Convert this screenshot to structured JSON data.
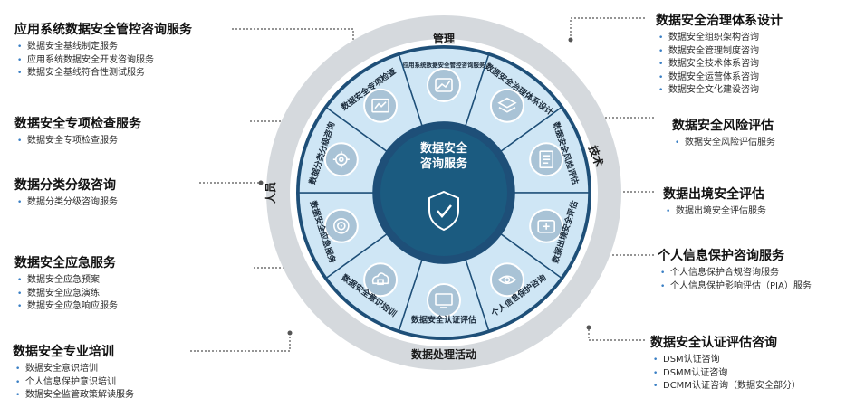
{
  "center": {
    "line1": "数据安全",
    "line2": "咨询服务"
  },
  "axes": {
    "top": "管理",
    "right": "技术",
    "left": "人员",
    "bottom": "数据处理活动"
  },
  "segments": [
    {
      "label": "应用系统数据安全管控咨询服务",
      "icon": "chart-trend-icon"
    },
    {
      "label": "数据安全治理体系设计",
      "icon": "layers-icon"
    },
    {
      "label": "数据安全风险评估",
      "icon": "document-scan-icon"
    },
    {
      "label": "数据出境安全评估",
      "icon": "medical-box-icon"
    },
    {
      "label": "个人信息保护咨询",
      "icon": "eye-scan-icon"
    },
    {
      "label": "数据安全认证评估",
      "icon": "monitor-icon"
    },
    {
      "label": "数据安全意识培训",
      "icon": "cloud-lock-icon"
    },
    {
      "label": "数据安全应急服务",
      "icon": "target-icon"
    },
    {
      "label": "数据分类分级咨询",
      "icon": "gear-icon"
    },
    {
      "label": "数据安全专项检查",
      "icon": "screen-icon"
    }
  ],
  "left_blocks": [
    {
      "title": "应用系统数据安全管控咨询服务",
      "items": [
        "数据安全基线制定服务",
        "应用系统数据安全开发咨询服务",
        "数据安全基线符合性测试服务"
      ]
    },
    {
      "title": "数据安全专项检查服务",
      "items": [
        "数据安全专项检查服务"
      ]
    },
    {
      "title": "数据分类分级咨询",
      "items": [
        "数据分类分级咨询服务"
      ]
    },
    {
      "title": "数据安全应急服务",
      "items": [
        "数据安全应急预案",
        "数据安全应急演练",
        "数据安全应急响应服务"
      ]
    },
    {
      "title": "数据安全专业培训",
      "items": [
        "数据安全意识培训",
        "个人信息保护意识培训",
        "数据安全监管政策解读服务"
      ]
    }
  ],
  "right_blocks": [
    {
      "title": "数据安全治理体系设计",
      "items": [
        "数据安全组织架构咨询",
        "数据安全管理制度咨询",
        "数据安全技术体系咨询",
        "数据安全运营体系咨询",
        "数据安全文化建设咨询"
      ]
    },
    {
      "title": "数据安全风险评估",
      "items": [
        "数据安全风险评估服务"
      ]
    },
    {
      "title": "数据出境安全评估",
      "items": [
        "数据出境安全评估服务"
      ]
    },
    {
      "title": "个人信息保护咨询服务",
      "items": [
        "个人信息保护合规咨询服务",
        "个人信息保护影响评估（PIA）服务"
      ]
    },
    {
      "title": "数据安全认证评估咨询",
      "items": [
        "DSM认证咨询",
        "DSMM认证咨询",
        "DCMM认证咨询（数据安全部分）"
      ]
    }
  ],
  "colors": {
    "dark": "#1b5b80",
    "ring_light": "#cfe6f5",
    "outer_grey": "#d5d9dd",
    "border_dark": "#1e4f78",
    "accent": "#3a7fc4"
  }
}
